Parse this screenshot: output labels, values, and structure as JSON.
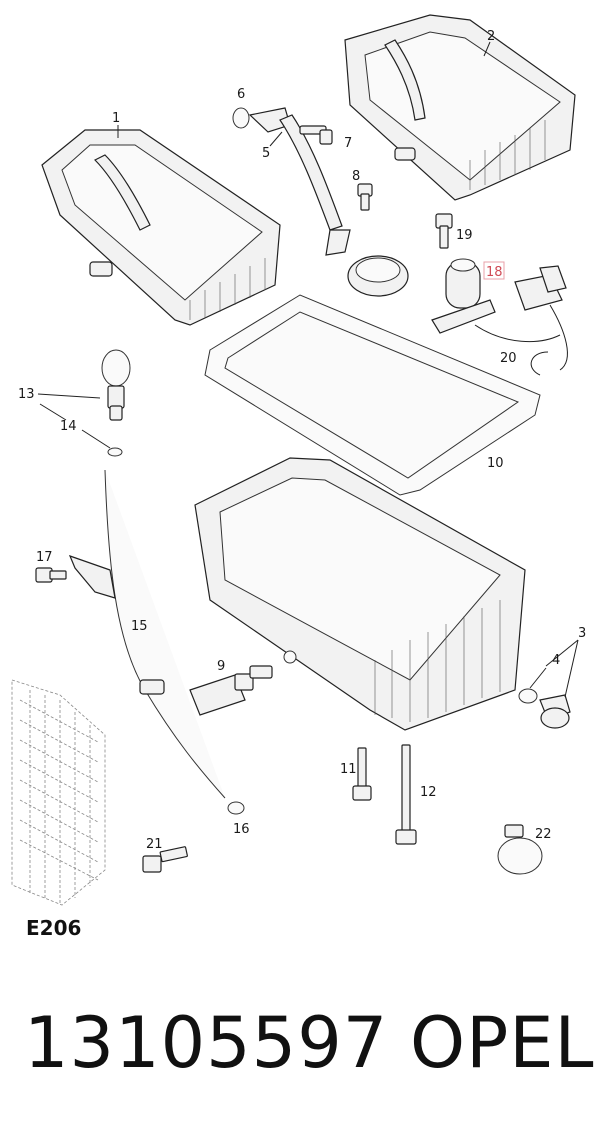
{
  "callouts": [
    {
      "id": "c1",
      "label": "1"
    },
    {
      "id": "c2",
      "label": "2"
    },
    {
      "id": "c3",
      "label": "3"
    },
    {
      "id": "c4",
      "label": "4"
    },
    {
      "id": "c5",
      "label": "5"
    },
    {
      "id": "c6",
      "label": "6"
    },
    {
      "id": "c7",
      "label": "7"
    },
    {
      "id": "c8",
      "label": "8"
    },
    {
      "id": "c9",
      "label": "9"
    },
    {
      "id": "c10",
      "label": "10"
    },
    {
      "id": "c11",
      "label": "11"
    },
    {
      "id": "c12",
      "label": "12"
    },
    {
      "id": "c13",
      "label": "13"
    },
    {
      "id": "c14",
      "label": "14"
    },
    {
      "id": "c15",
      "label": "15"
    },
    {
      "id": "c16",
      "label": "16"
    },
    {
      "id": "c17",
      "label": "17"
    },
    {
      "id": "c18",
      "label": "18",
      "highlighted": true
    },
    {
      "id": "c19",
      "label": "19"
    },
    {
      "id": "c20",
      "label": "20"
    },
    {
      "id": "c21",
      "label": "21"
    },
    {
      "id": "c22",
      "label": "22"
    }
  ],
  "drawing_code": "E206",
  "part_number": "13105597",
  "brand": "OPEL",
  "colors": {
    "highlight": "#d04a55",
    "highlight_box": "#e8a0a8",
    "line": "#222222"
  }
}
